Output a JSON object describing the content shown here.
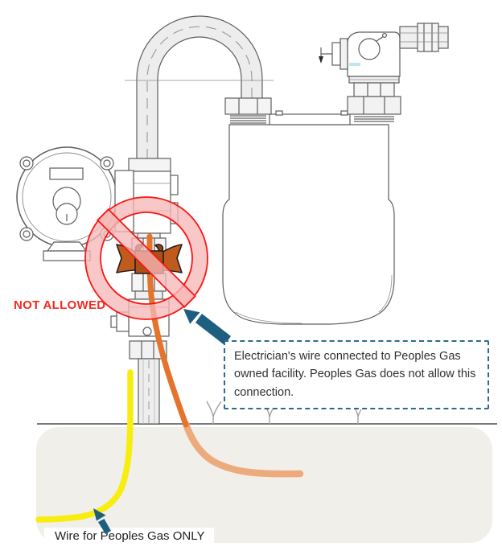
{
  "annotations": {
    "not_allowed_label": "NOT ALLOWED",
    "electrician_callout": "Electrician's wire connected to Peoples Gas owned facility.  Peoples Gas does not allow this connection.",
    "peoples_gas_wire_label": "Wire for Peoples Gas ONLY"
  },
  "icons": {
    "prohibition": "red-circle-slash",
    "callout_arrow": "arrow-up-left",
    "wire_arrow": "arrow-up-left",
    "wire_clamp": "orange-ribbon-clamp",
    "grass": "grass-tufts"
  },
  "colors": {
    "prohibition_red": "#fa1511",
    "prohibition_pink": "#f6b7b7",
    "clamp_orange": "#c05a1d",
    "clamp_orange_dark": "#b14e16",
    "electrician_wire_above_ground": "#e4732b",
    "electrician_wire_below_ground": "#edaa7c",
    "peoples_gas_wire_yellow": "#f7ee0f",
    "annotation_teal": "#1e5e80",
    "callout_border_teal": "#2a6b8f",
    "not_allowed_text_red": "#f42a20",
    "soil_beige": "#f1efe9",
    "linework_gray": "#5e5e5e"
  }
}
